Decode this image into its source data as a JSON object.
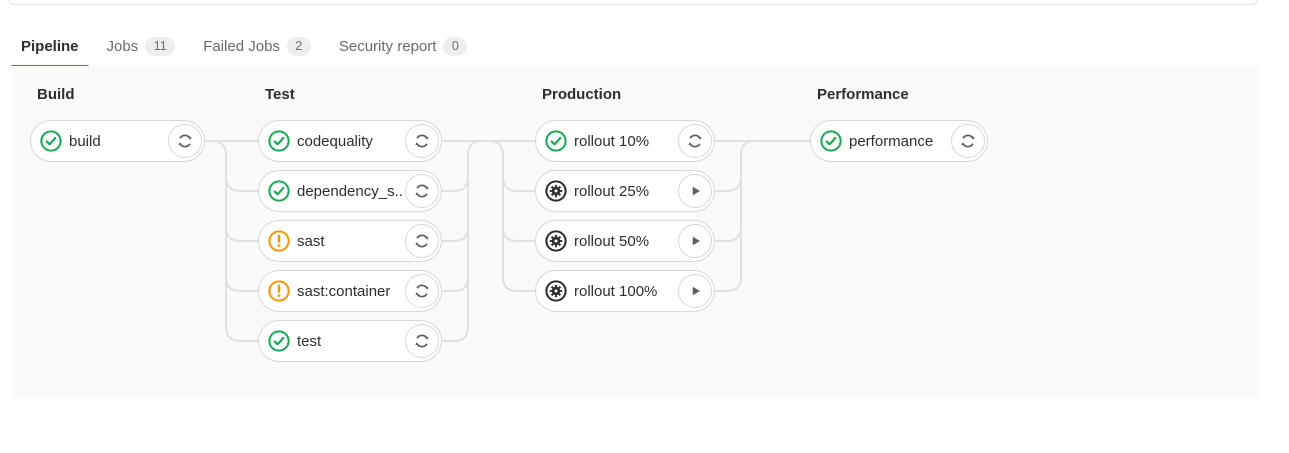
{
  "header": {
    "tabs": [
      {
        "id": "pipeline",
        "label": "Pipeline",
        "active": true
      },
      {
        "id": "jobs",
        "label": "Jobs",
        "badge": "11"
      },
      {
        "id": "failed-jobs",
        "label": "Failed Jobs",
        "badge": "2"
      },
      {
        "id": "security-report",
        "label": "Security report",
        "badge": "0"
      }
    ]
  },
  "pipeline": {
    "stages": [
      {
        "name": "Build",
        "jobs": [
          {
            "label": "build",
            "status": "success",
            "action": "retry"
          }
        ]
      },
      {
        "name": "Test",
        "jobs": [
          {
            "label": "codequality",
            "status": "success",
            "action": "retry"
          },
          {
            "label": "dependency_s...",
            "status": "success",
            "action": "retry"
          },
          {
            "label": "sast",
            "status": "warning",
            "action": "retry"
          },
          {
            "label": "sast:container",
            "status": "warning",
            "action": "retry"
          },
          {
            "label": "test",
            "status": "success",
            "action": "retry"
          }
        ]
      },
      {
        "name": "Production",
        "jobs": [
          {
            "label": "rollout 10%",
            "status": "success",
            "action": "retry"
          },
          {
            "label": "rollout 25%",
            "status": "manual",
            "action": "play"
          },
          {
            "label": "rollout 50%",
            "status": "manual",
            "action": "play"
          },
          {
            "label": "rollout 100%",
            "status": "manual",
            "action": "play"
          }
        ]
      },
      {
        "name": "Performance",
        "jobs": [
          {
            "label": "performance",
            "status": "success",
            "action": "retry"
          }
        ]
      }
    ]
  },
  "colors": {
    "accent": "#6666c4",
    "success": "#1aaa55",
    "warning": "#fc9403",
    "manual": "#2e2e2e",
    "action_icon": "#5f5f5f",
    "connector": "#e1e1e1",
    "pill_border": "#d8d8d8",
    "graph_bg": "#fafafa",
    "badge_bg": "#eeeeee"
  }
}
